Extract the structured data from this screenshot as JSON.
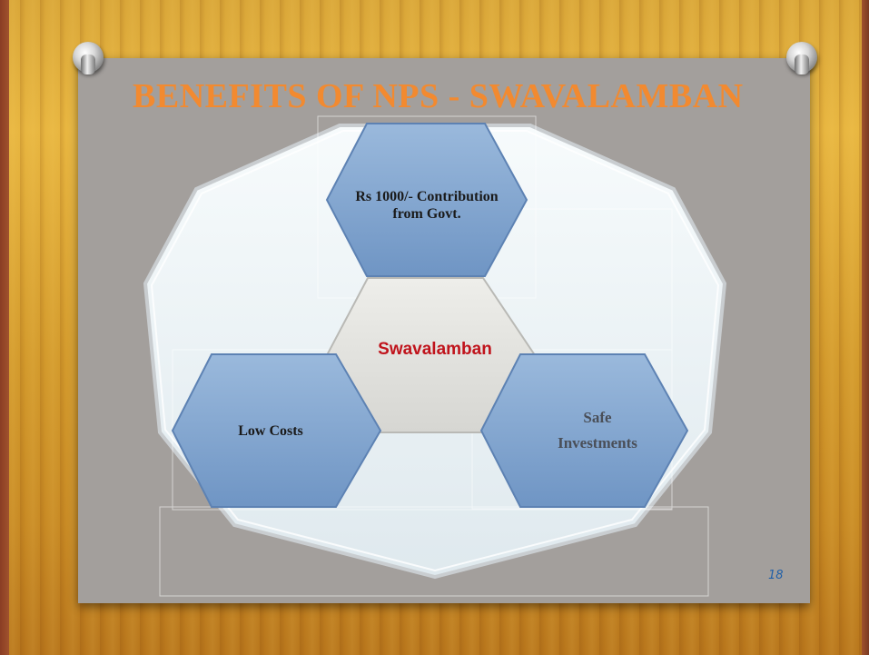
{
  "slide": {
    "title": "BENEFITS OF NPS - SWAVALAMBAN",
    "page_number": "18"
  },
  "diagram": {
    "center": {
      "label": "Swavalamban"
    },
    "benefits": [
      {
        "id": "top",
        "label": "Rs 1000/- Contribution from Govt."
      },
      {
        "id": "left",
        "label": "Low Costs"
      },
      {
        "id": "right",
        "label": "Safe Investments"
      }
    ]
  },
  "colors": {
    "title": "#f28a30",
    "center_label": "#c0141c",
    "hexagon_fill": "#7fa3cf",
    "hexagon_dim_text": "#4a4f58",
    "page_number": "#1f5fa8"
  }
}
